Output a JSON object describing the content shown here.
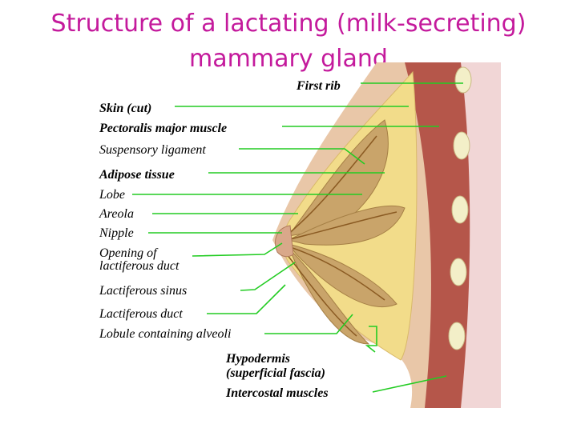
{
  "title": {
    "line1": "Structure of a lactating (milk-secreting)",
    "line2": "mammary gland"
  },
  "colors": {
    "title": "#c41a9c",
    "leader": "#22cc22",
    "skin": "#e9c7a8",
    "muscle": "#b5564a",
    "fat": "#f2dc8a",
    "lobe": "#c9a46a"
  },
  "labels": {
    "first_rib": "First rib",
    "skin_cut": "Skin (cut)",
    "pectoralis": "Pectoralis major muscle",
    "suspensory": "Suspensory ligament",
    "adipose": "Adipose tissue",
    "lobe": "Lobe",
    "areola": "Areola",
    "nipple": "Nipple",
    "opening_1": "Opening of",
    "opening_2": "lactiferous duct",
    "sinus": "Lactiferous sinus",
    "duct": "Lactiferous duct",
    "lobule": "Lobule containing alveoli",
    "hypodermis_1": "Hypodermis",
    "hypodermis_2": "(superficial fascia)",
    "intercostal": "Intercostal muscles"
  }
}
